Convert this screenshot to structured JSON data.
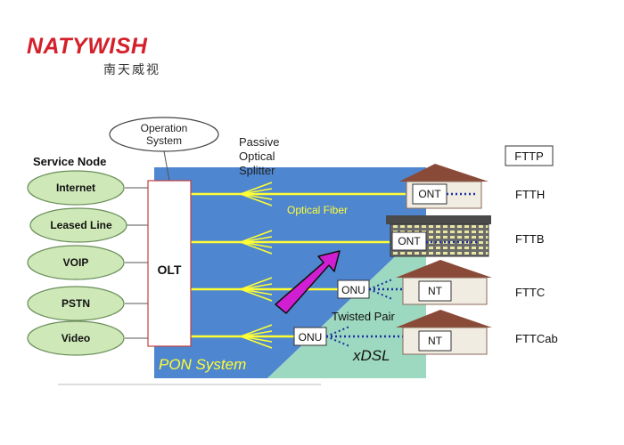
{
  "logo": {
    "brand": "NATYWISH",
    "chinese": "南天威视"
  },
  "diagram": {
    "operation_system": [
      "Operation",
      "System"
    ],
    "service_node_title": "Service Node",
    "services": [
      "Internet",
      "Leased Line",
      "VOIP",
      "PSTN",
      "Video"
    ],
    "olt": "OLT",
    "splitter": [
      "Passive",
      "Optical",
      "Splitter"
    ],
    "optical_fiber": "Optical Fiber",
    "pon_system": "PON System",
    "ont": "ONT",
    "onu": "ONU",
    "nt": "NT",
    "twisted_pair": "Twisted Pair",
    "xdsl": "xDSL",
    "fttp": "FTTP",
    "ftth": "FTTH",
    "fttb": "FTTB",
    "fttc": "FTTC",
    "fttcab": "FTTCab"
  },
  "colors": {
    "pon_blue": "#4f86d0",
    "dsl_teal": "#9dd8c0",
    "fiber_yellow": "#ffff33",
    "service_green": "#cfe8b8",
    "arrow_magenta": "#d21ed2",
    "house_roof": "#8a4a38",
    "logo_red": "#d4202a"
  }
}
